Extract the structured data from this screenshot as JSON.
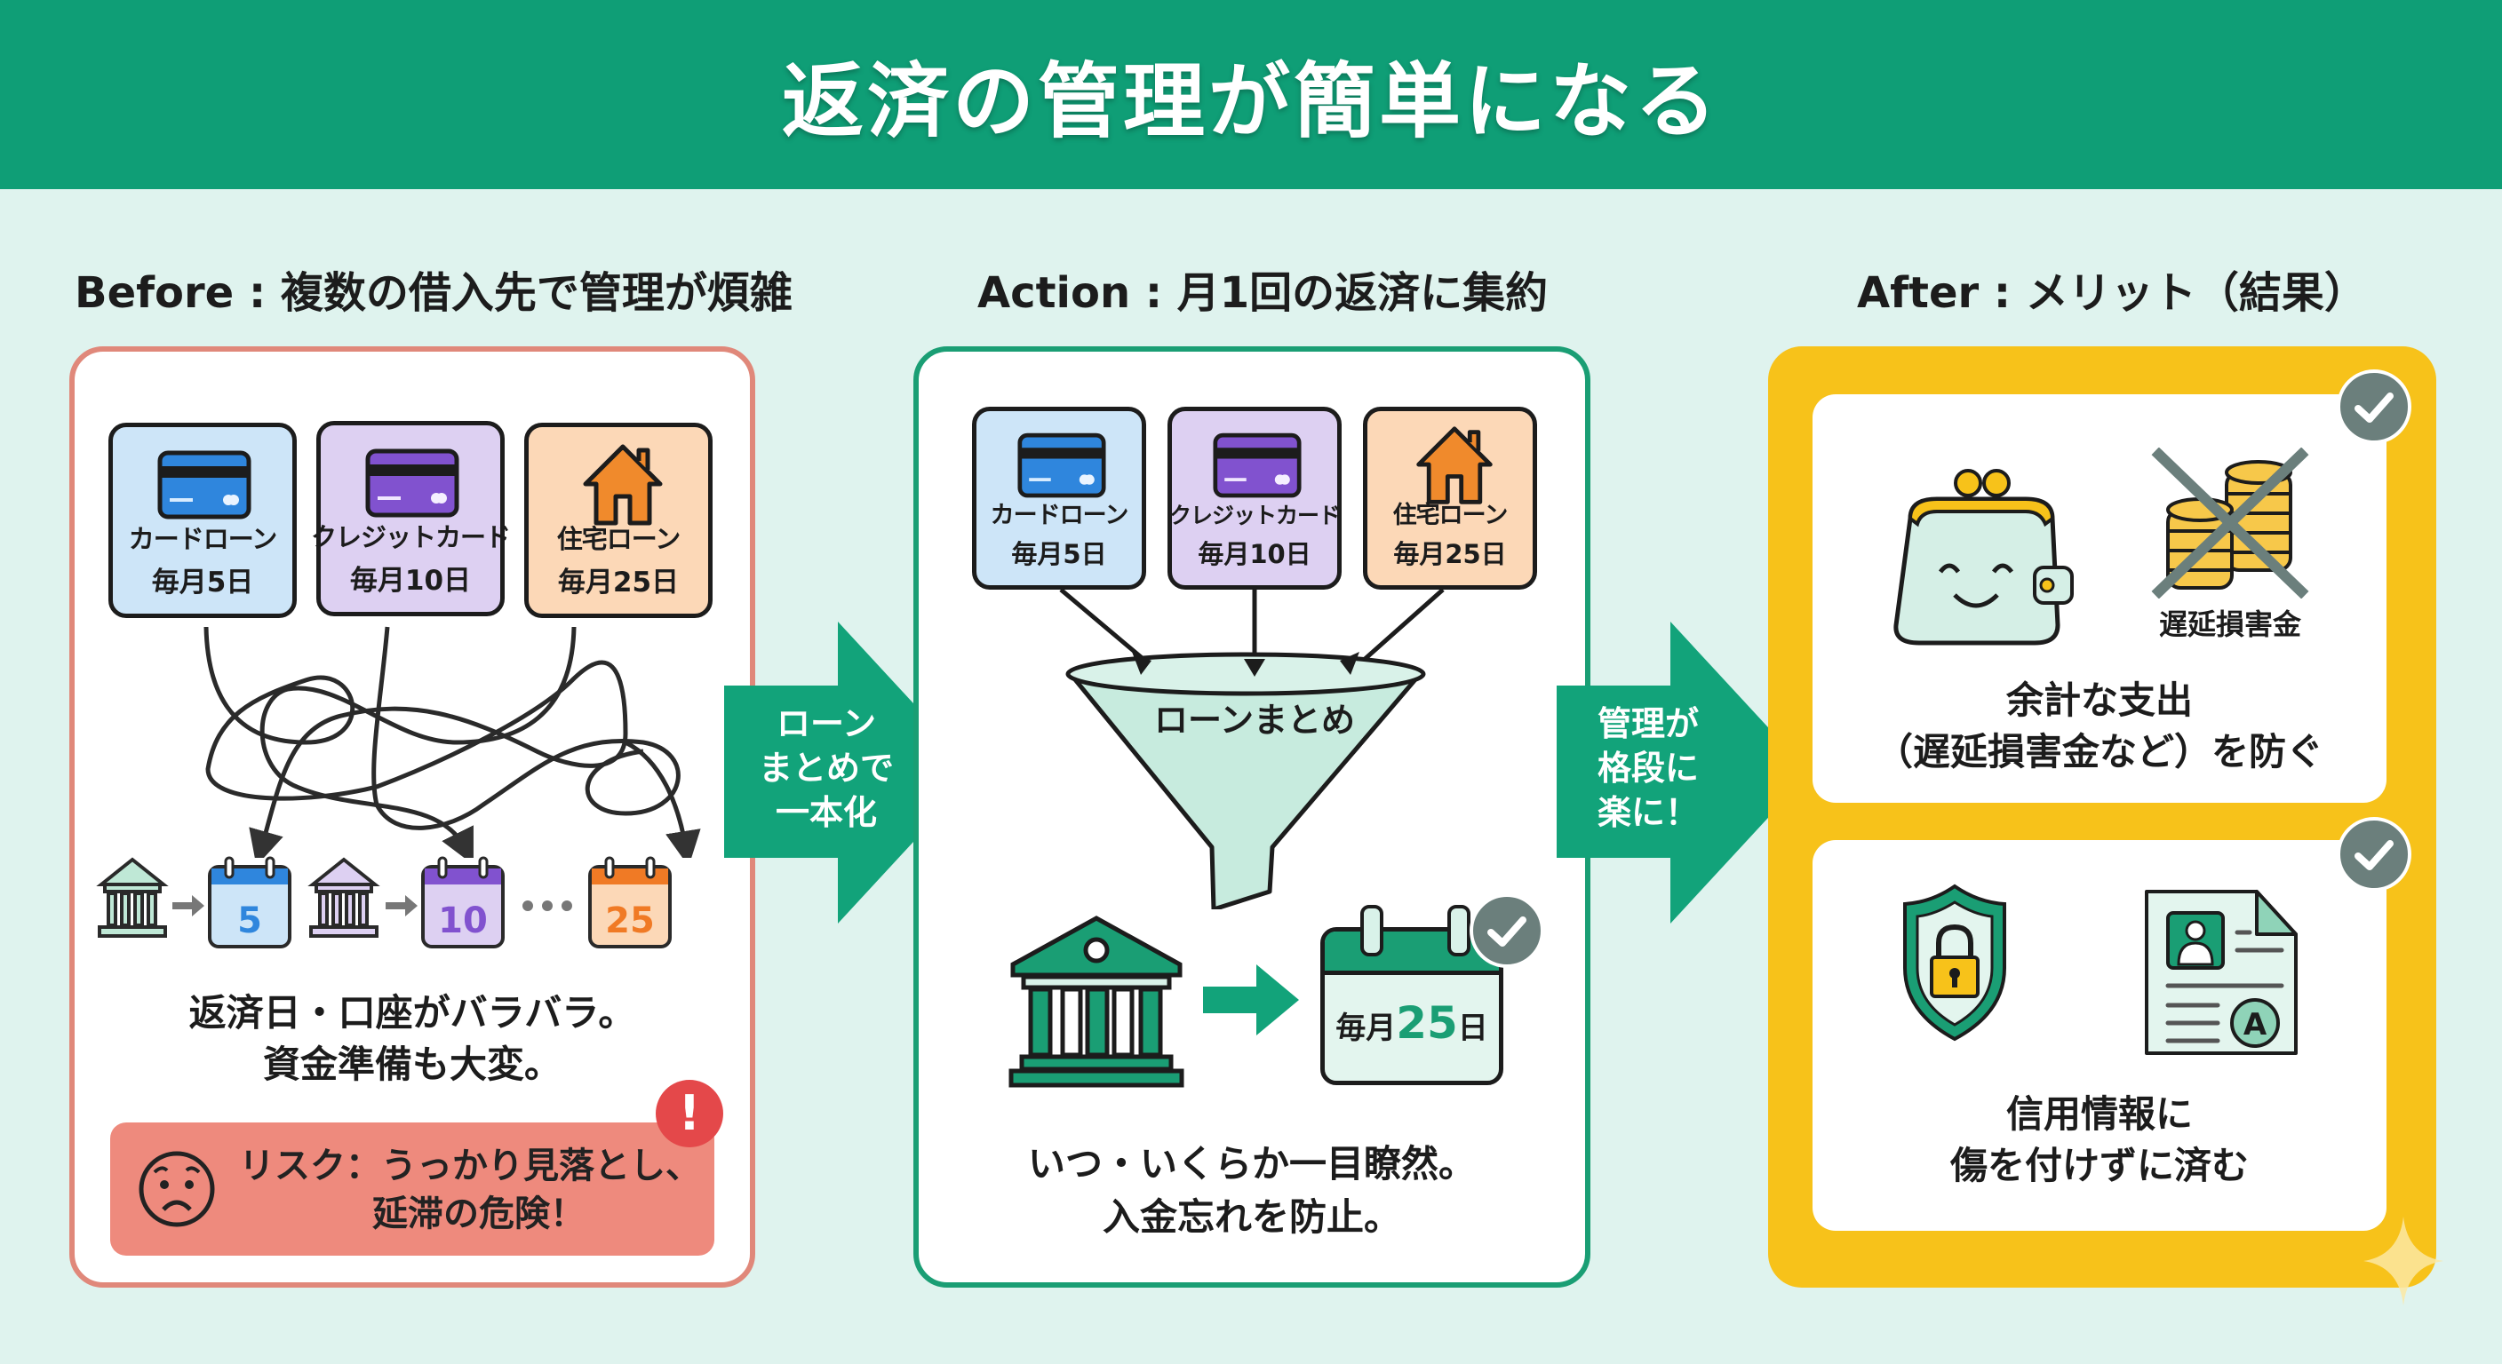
{
  "title": "返済の管理が簡単になる",
  "columns": {
    "before": {
      "heading": "Before : 複数の借入先で管理が煩雑",
      "loans": [
        {
          "label": "カードローン",
          "due": "毎月5日",
          "icon": "credit-card-icon",
          "color": "#2f86dd"
        },
        {
          "label": "クレジットカード",
          "due": "毎月10日",
          "icon": "credit-card-icon",
          "color": "#8152cf"
        },
        {
          "label": "住宅ローン",
          "due": "毎月25日",
          "icon": "house-icon",
          "color": "#f08a2c"
        }
      ],
      "calendars": [
        {
          "day": "5",
          "color": "#2f86dd"
        },
        {
          "day": "10",
          "color": "#8152cf"
        },
        {
          "day": "25",
          "color": "#f07a25"
        }
      ],
      "summary_line1": "返済日・口座がバラバラ。",
      "summary_line2": "資金準備も大変。",
      "risk_line1": "リスク：うっかり見落とし、",
      "risk_line2": "延滞の危険！",
      "alert_symbol": "!"
    },
    "transition1": {
      "line1": "ローン",
      "line2": "まとめで",
      "line3": "一本化"
    },
    "action": {
      "heading": "Action : 月1回の返済に集約",
      "loans": [
        {
          "label": "カードローン",
          "due": "毎月5日",
          "icon": "credit-card-icon"
        },
        {
          "label": "クレジットカード",
          "due": "毎月10日",
          "icon": "credit-card-icon"
        },
        {
          "label": "住宅ローン",
          "due": "毎月25日",
          "icon": "house-icon"
        }
      ],
      "funnel_label": "ローンまとめ",
      "calendar_prefix": "毎月",
      "calendar_day": "25",
      "calendar_suffix": "日",
      "summary_line1": "いつ・いくらか一目瞭然。",
      "summary_line2": "入金忘れを防止。"
    },
    "transition2": {
      "line1": "管理が",
      "line2": "格段に",
      "line3": "楽に！"
    },
    "after": {
      "heading": "After : メリット（結果）",
      "benefits": [
        {
          "line1": "余計な支出",
          "line2": "（遅延損害金など）を防ぐ",
          "icon_caption": "遅延損害金"
        },
        {
          "line1": "信用情報に",
          "line2": "傷を付けずに済む",
          "badge": "A"
        }
      ]
    }
  },
  "colors": {
    "brand_green": "#0f9e76",
    "before_border": "#e0887a",
    "after_frame": "#f7c21a",
    "risk_bg": "#ee8a7d"
  }
}
